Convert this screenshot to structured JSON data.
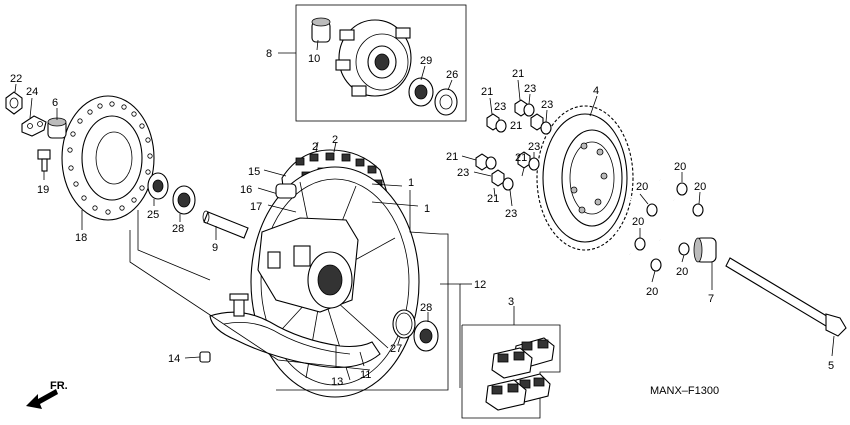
{
  "diagram_code": "MANX–F1300",
  "direction_label": "FR.",
  "callouts": {
    "c1a": "1",
    "c1b": "1",
    "c2a": "2",
    "c2b": "2",
    "c3": "3",
    "c4": "4",
    "c5": "5",
    "c6": "6",
    "c7": "7",
    "c8": "8",
    "c9": "9",
    "c10": "10",
    "c11": "11",
    "c12": "12",
    "c13": "13",
    "c14": "14",
    "c15": "15",
    "c16": "16",
    "c17": "17",
    "c18": "18",
    "c19": "19",
    "c20a": "20",
    "c20b": "20",
    "c20c": "20",
    "c20d": "20",
    "c20e": "20",
    "c20f": "20",
    "c21a": "21",
    "c21b": "21",
    "c21c": "21",
    "c21d": "21",
    "c21e": "21",
    "c21f": "21",
    "c22": "22",
    "c23a": "23",
    "c23b": "23",
    "c23c": "23",
    "c23d": "23",
    "c23e": "23",
    "c23f": "23",
    "c24": "24",
    "c25": "25",
    "c26": "26",
    "c27": "27",
    "c28a": "28",
    "c28b": "28",
    "c29": "29"
  }
}
